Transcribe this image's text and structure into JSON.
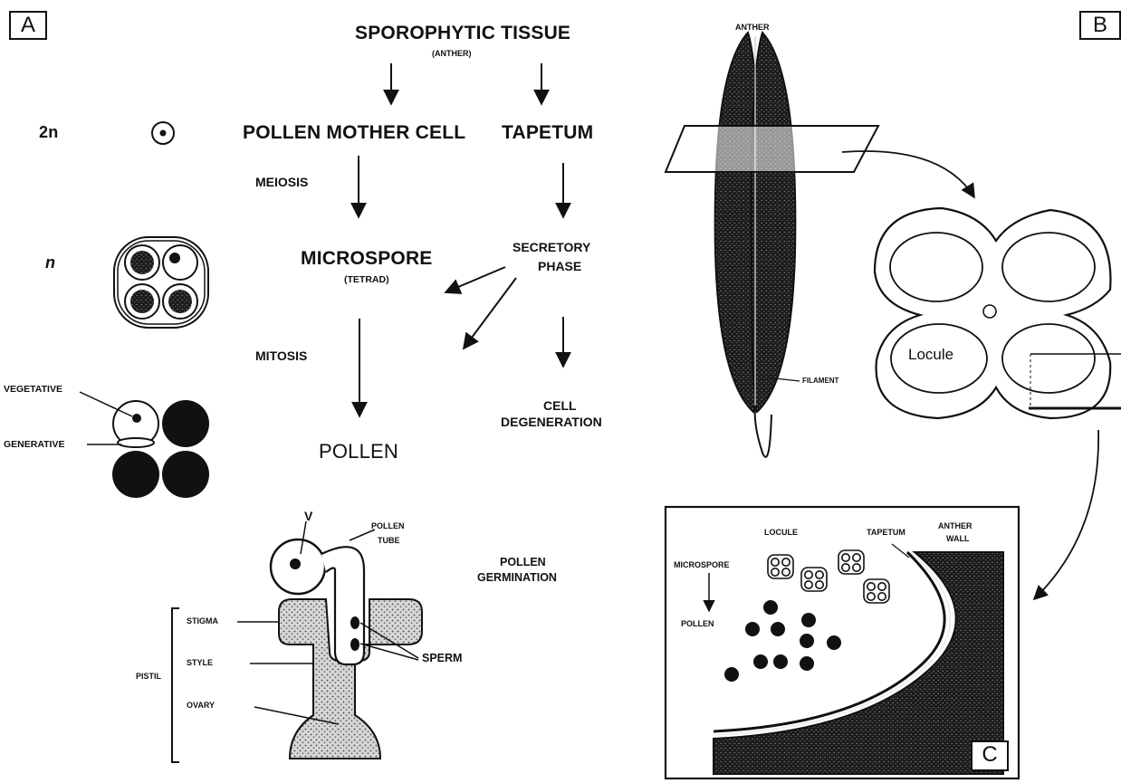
{
  "panels": {
    "a": "A",
    "b": "B",
    "c": "C"
  },
  "flow": {
    "sporophytic_tissue": "SPOROPHYTIC TISSUE",
    "anther_paren": "(ANTHER)",
    "ploidy_2n": "2n",
    "pollen_mother_cell": "POLLEN MOTHER CELL",
    "tapetum": "TAPETUM",
    "meiosis": "MEIOSIS",
    "ploidy_n": "n",
    "microspore": "MICROSPORE",
    "tetrad": "(TETRAD)",
    "secretory_phase_1": "SECRETORY",
    "secretory_phase_2": "PHASE",
    "mitosis": "MITOSIS",
    "vegetative": "VEGETATIVE",
    "generative": "GENERATIVE",
    "pollen": "POLLEN",
    "cell_degeneration_1": "CELL",
    "cell_degeneration_2": "DEGENERATION"
  },
  "germination": {
    "v": "V",
    "pollen_tube_1": "POLLEN",
    "pollen_tube_2": "TUBE",
    "pollen_germination_1": "POLLEN",
    "pollen_germination_2": "GERMINATION",
    "stigma": "STIGMA",
    "pistil": "PISTIL",
    "style": "STYLE",
    "ovary": "OVARY",
    "sperm": "SPERM"
  },
  "anther_panel": {
    "anther": "ANTHER",
    "filament": "FILAMENT",
    "locule": "Locule"
  },
  "section_panel": {
    "locule": "LOCULE",
    "tapetum": "TAPETUM",
    "anther_wall_1": "ANTHER",
    "anther_wall_2": "WALL",
    "microspore": "MICROSPORE",
    "pollen": "POLLEN"
  }
}
